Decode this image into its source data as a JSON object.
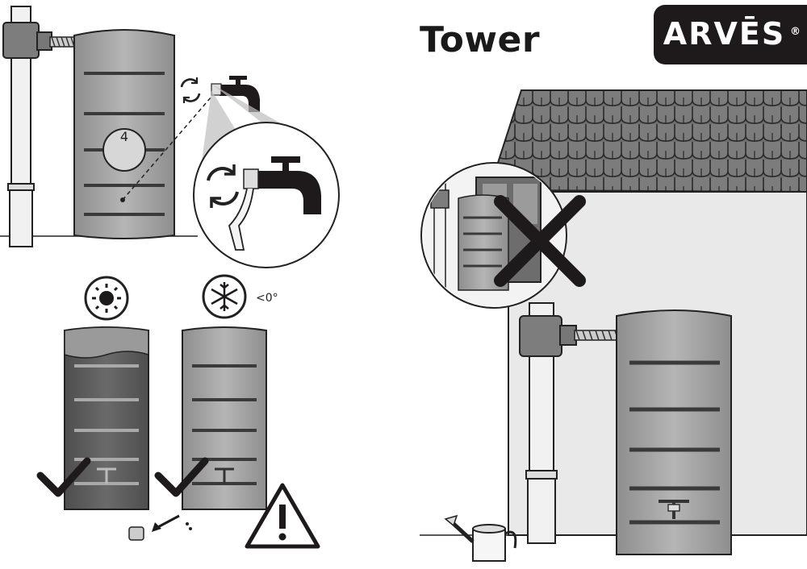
{
  "header": {
    "title": "Tower"
  },
  "brand": {
    "name": "ARVĒS",
    "reg": "®"
  },
  "tank_badge": {
    "number": "4"
  },
  "winter": {
    "temperature": "<0°"
  },
  "colors": {
    "ink": "#1e1a1b",
    "tank_gray": "#a3a3a3",
    "tank_dark": "#5f5f5f",
    "wall": "#e9e9e9",
    "roof": "#6f6f6f"
  },
  "icons": [
    "sun-icon",
    "snowflake-icon",
    "refresh-icon",
    "faucet-icon",
    "checkmark-icon",
    "cross-icon",
    "warning-icon",
    "watering-can-icon"
  ]
}
